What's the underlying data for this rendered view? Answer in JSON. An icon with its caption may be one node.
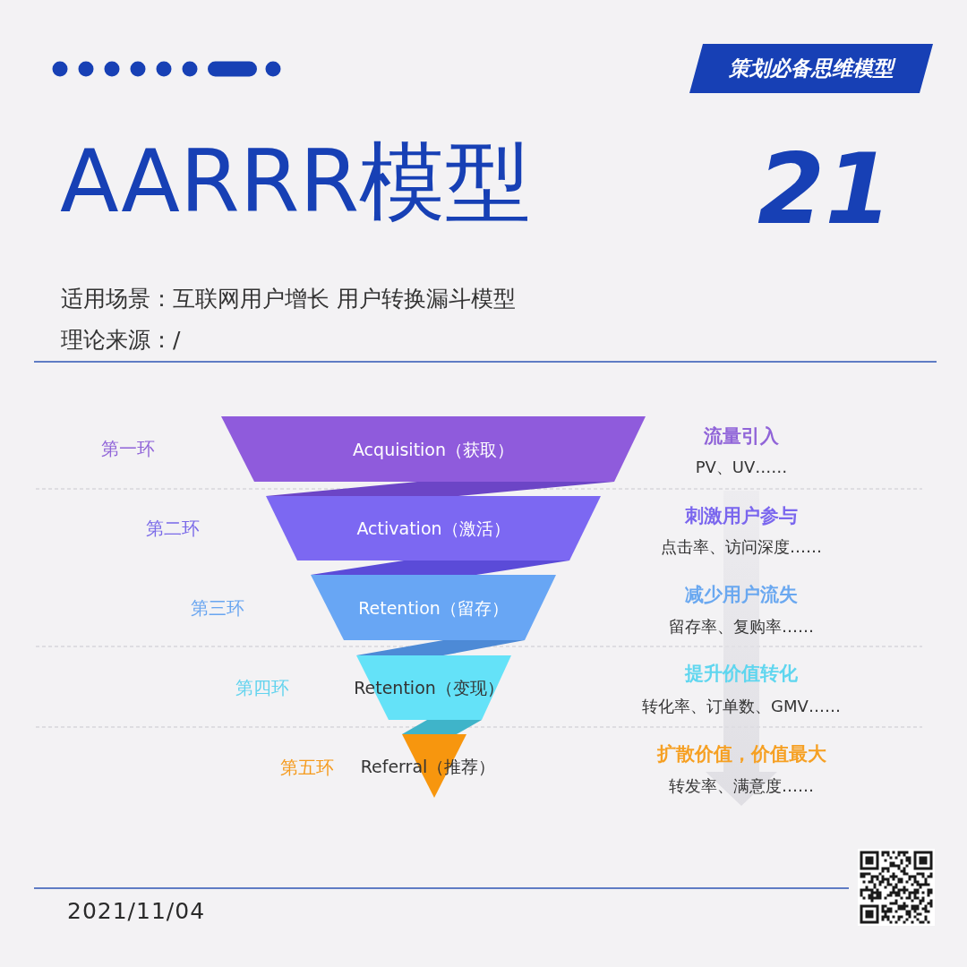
{
  "diagram": {
    "title": "AARRR模型",
    "nodes": [
      {
        "text": [
          "策划必备思维模型"
        ]
      },
      {
        "text": [
          "Acquisition（获取）"
        ],
        "beside": [
          "第一环",
          "流量引入",
          "PV、UV……"
        ]
      },
      {
        "text": [],
        "shape": "band"
      },
      {
        "text": [
          "Activation（激活）"
        ],
        "beside": [
          "第二环",
          "刺激用户参与",
          "点击率、访问深度……"
        ]
      },
      {
        "text": [],
        "shape": "band"
      },
      {
        "text": [
          "Retention（留存）"
        ],
        "beside": [
          "第三环",
          "减少用户流失",
          "留存率、复购率……"
        ]
      },
      {
        "text": [],
        "shape": "band"
      },
      {
        "text": [
          "Retention（变现）"
        ],
        "beside": [
          "第四环",
          "提升价值转化",
          "转化率、订单数、GMV……"
        ]
      },
      {
        "text": [],
        "shape": "band"
      },
      {
        "text": [
          "Referral（推荐）"
        ],
        "beside": [
          "第五环",
          "扩散价值，价值最大",
          "转发率、满意度……"
        ]
      }
    ],
    "labels": [
      "21",
      "适用场景：互联网用户增长 用户转换漏斗模型",
      "理论来源：/",
      "2021/11/04"
    ]
  }
}
